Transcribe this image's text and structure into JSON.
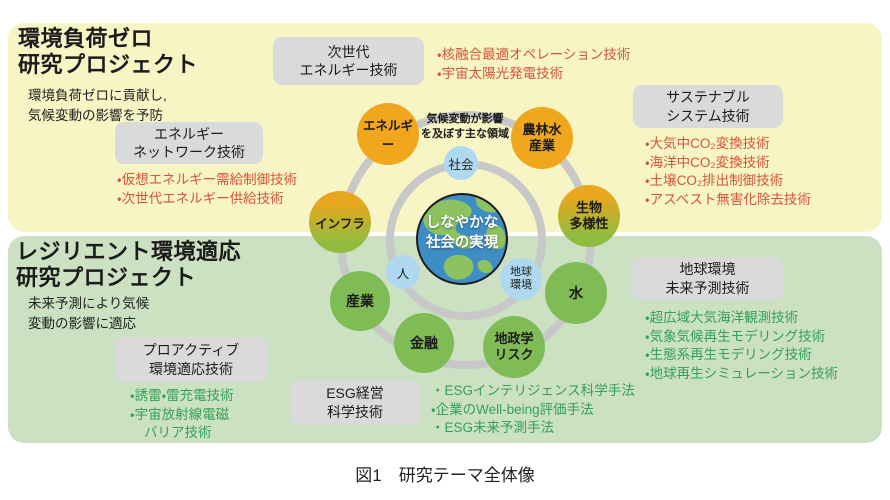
{
  "figure": {
    "caption": "図1　研究テーマ全体像"
  },
  "zones": {
    "zero": {
      "title": "環境負荷ゼロ\n研究プロジェクト",
      "subtitle": "環境負荷ゼロに貢献し,\n気候変動の影響を予防",
      "bg_color": "#F8F5C5"
    },
    "resilient": {
      "title": "レジリエント環境適応\n研究プロジェクト",
      "subtitle": "未来予測により気候\n変動の影響に適応",
      "bg_color": "#CBE1C2"
    }
  },
  "tech_groups": {
    "next_gen_energy": {
      "label": "次世代\nエネルギー技術",
      "lines": [
        "・核融合最適オペレーション技術",
        "・宇宙太陽光発電技術"
      ]
    },
    "energy_network": {
      "label": "エネルギー\nネットワーク技術",
      "lines": [
        "・仮想エネルギー需給制御技術",
        "・次世代エネルギー供給技術"
      ]
    },
    "sustainable_system": {
      "label": "サステナブル\nシステム技術",
      "lines": [
        "・大気中CO₂変換技術",
        "・海洋中CO₂変換技術",
        "・土壌CO₂排出制御技術",
        "・アスベスト無害化除去技術"
      ]
    },
    "earth_future_prediction": {
      "label": "地球環境\n未来予測技術",
      "lines": [
        "・超広域大気海洋観測技術",
        "・気象気候再生モデリング技術",
        "・生態系再生モデリング技術",
        "・地球再生シミュレーション技術"
      ]
    },
    "proactive_adaptation": {
      "label": "プロアクティブ\n環境適応技術",
      "lines": [
        "・誘雷・雷充電技術",
        "・宇宙放射線電磁",
        "バリア技術"
      ]
    },
    "esg_management": {
      "label": "ESG経営\n科学技術",
      "lines": [
        "・ESGインテリジェンス科学手法",
        "・企業のWell-being評価手法",
        "・ESG未来予測手法"
      ]
    }
  },
  "diagram": {
    "ring_note": "気候変動が影響\nを及ぼす主な領域",
    "center_goal": "しなやかな\n社会の実現",
    "inner_circles": {
      "society": "社会",
      "human": "人",
      "earth_environment": "地球\n環境"
    },
    "outer_circles": {
      "energy": "エネルギー",
      "agriculture_forestry_fisheries": "農林水\n産業",
      "biodiversity": "生物\n多様性",
      "water": "水",
      "geopolitical_risk": "地政学\nリスク",
      "finance": "金融",
      "industry": "産業",
      "infrastructure": "インフラ"
    }
  },
  "colors": {
    "bullet_red": "#D4543B",
    "bullet_green": "#35A058",
    "techbox_gray": "#DADADA",
    "circle_orange": "#F0A71E",
    "circle_green": "#80BC55",
    "circle_blue": "#AFD9F0",
    "ring_gray": "#C8C8C9",
    "globe_sea": "#3E8EC5",
    "globe_land": "#8CC25F"
  }
}
